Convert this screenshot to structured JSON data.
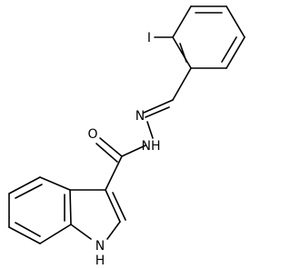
{
  "molecule": {
    "atoms": {
      "iodine": "I",
      "imine_nitrogen": "N",
      "carbonyl_oxygen": "O",
      "hydrazide_nh": "NH",
      "indole_nh": "H\nN"
    },
    "atom_label_indole_h": "H",
    "atom_label_indole_n": "N"
  },
  "colors": {
    "bond": "#000000",
    "background": "#ffffff"
  }
}
